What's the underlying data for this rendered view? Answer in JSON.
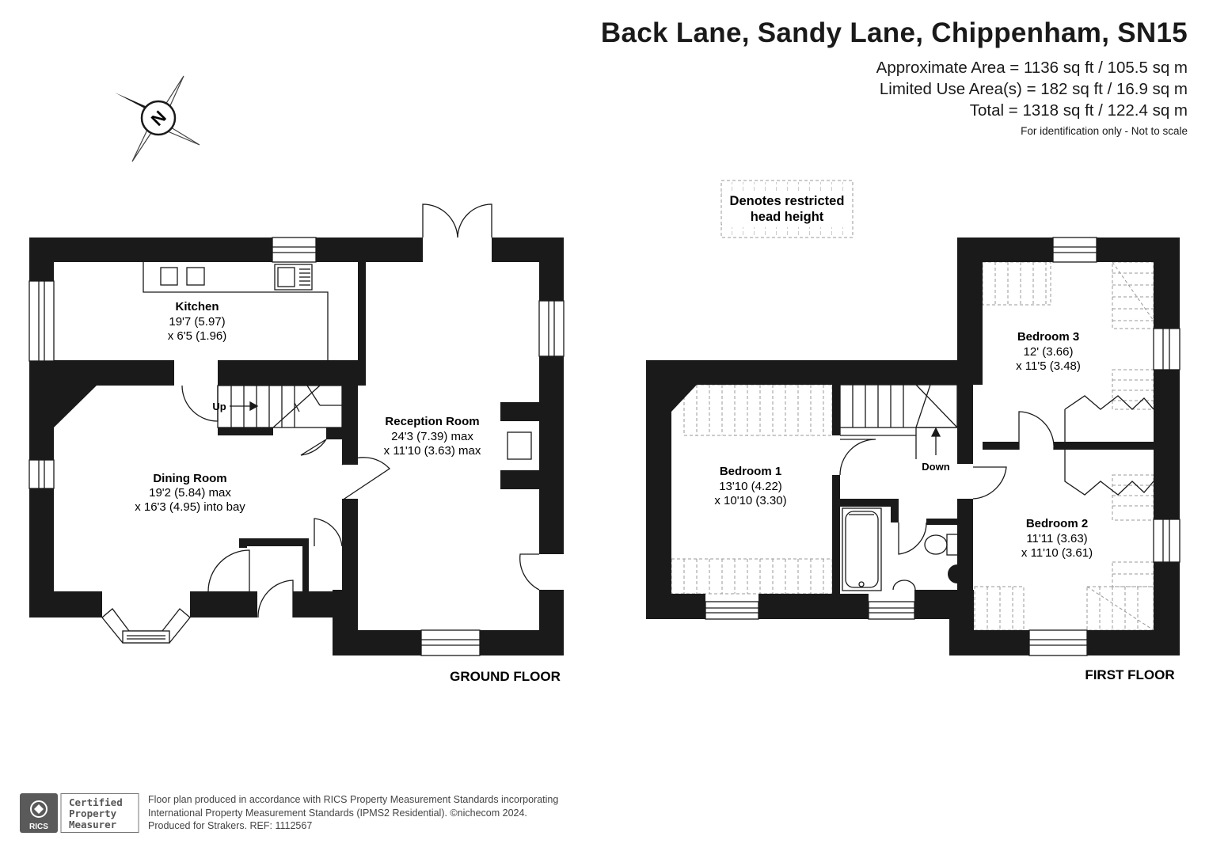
{
  "header": {
    "title": "Back Lane, Sandy Lane, Chippenham, SN15",
    "approx_area": "Approximate Area = 1136 sq ft / 105.5 sq m",
    "limited_area": "Limited Use Area(s) = 182 sq ft / 16.9 sq m",
    "total_area": "Total = 1318 sq ft / 122.4 sq m",
    "note": "For identification only - Not to scale"
  },
  "compass": {
    "letter": "N"
  },
  "legend": {
    "line1": "Denotes restricted",
    "line2": "head height"
  },
  "ground_floor": {
    "label": "GROUND FLOOR",
    "kitchen": {
      "name": "Kitchen",
      "dim1": "19'7 (5.97)",
      "dim2": "x 6'5 (1.96)"
    },
    "dining": {
      "name": "Dining Room",
      "dim1": "19'2 (5.84) max",
      "dim2": "x 16'3 (4.95) into bay"
    },
    "reception": {
      "name": "Reception Room",
      "dim1": "24'3 (7.39) max",
      "dim2": "x 11'10 (3.63) max"
    },
    "stairs_label": "Up"
  },
  "first_floor": {
    "label": "FIRST FLOOR",
    "bedroom1": {
      "name": "Bedroom 1",
      "dim1": "13'10 (4.22)",
      "dim2": "x 10'10 (3.30)"
    },
    "bedroom2": {
      "name": "Bedroom 2",
      "dim1": "11'11 (3.63)",
      "dim2": "x 11'10 (3.61)"
    },
    "bedroom3": {
      "name": "Bedroom 3",
      "dim1": "12' (3.66)",
      "dim2": "x 11'5 (3.48)"
    },
    "stairs_label": "Down"
  },
  "footer": {
    "badge_org": "RICS",
    "badge_line1": "Certified",
    "badge_line2": "Property",
    "badge_line3": "Measurer",
    "line1": "Floor plan produced in accordance with RICS Property Measurement Standards incorporating",
    "line2": "International Property Measurement Standards (IPMS2 Residential).  ©nichecom 2024.",
    "line3": "Produced for Strakers.    REF:  1112567"
  }
}
